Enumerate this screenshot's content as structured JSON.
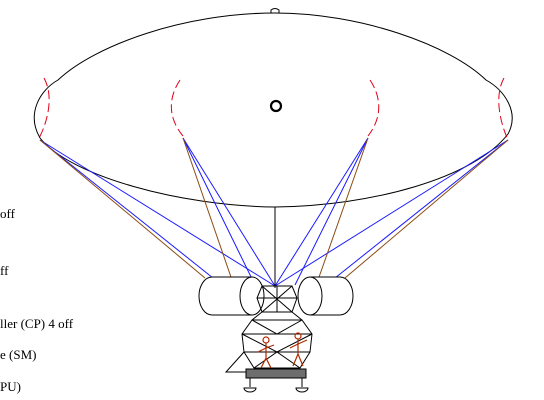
{
  "labels": {
    "item1": "off",
    "item2": "ff",
    "item3": "ller (CP) 4 off",
    "item4": "e (SM)",
    "item5": "PU)"
  },
  "colors": {
    "outline": "#000000",
    "red_dash": "#e0001a",
    "blue_line": "#1a1aff",
    "brown_line": "#8a4b12",
    "crew": "#b02a00",
    "platform": "#6e6e6e"
  }
}
